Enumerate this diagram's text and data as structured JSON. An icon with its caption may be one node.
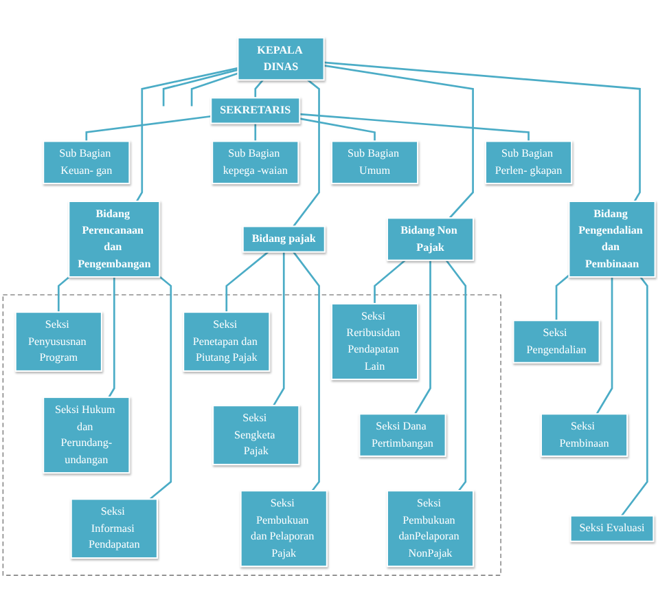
{
  "diagram": {
    "nodes": [
      {
        "text": [
          "KEPALA DINAS"
        ]
      },
      {
        "text": [
          "SEKRETARIS"
        ]
      },
      {
        "text": [
          "Sub Bagian Keuan- gan"
        ]
      },
      {
        "text": [
          "Sub Bagian kepega -waian"
        ]
      },
      {
        "text": [
          "Sub Bagian Umum"
        ]
      },
      {
        "text": [
          "Sub Bagian Perlen- gkapan"
        ]
      },
      {
        "text": [
          "Bidang Perencanaan dan Pengembangan"
        ]
      },
      {
        "text": [
          "Bidang pajak"
        ]
      },
      {
        "text": [
          "Bidang Non Pajak"
        ]
      },
      {
        "text": [
          "Bidang Pengendalian dan Pembinaan"
        ]
      },
      {
        "text": [],
        "shape": "box"
      },
      {
        "text": [
          "Seksi Penyususnan Program"
        ],
        "in": 10
      },
      {
        "text": [
          "Seksi Hukum dan Perundang-undangan"
        ],
        "in": 10
      },
      {
        "text": [
          "Seksi Informasi Pendapatan"
        ],
        "in": 10
      },
      {
        "text": [
          "Seksi Penetapan dan Piutang Pajak"
        ],
        "in": 10
      },
      {
        "text": [
          "Seksi Sengketa Pajak"
        ],
        "in": 10
      },
      {
        "text": [
          "Seksi Pembukuan dan Pelaporan Pajak"
        ],
        "in": 10
      },
      {
        "text": [
          "Seksi Reribusidan Pendapatan Lain"
        ],
        "in": 10
      },
      {
        "text": [
          "Seksi Dana Pertimbangan"
        ],
        "in": 10
      },
      {
        "text": [
          "Seksi Pembukuan danPelaporan NonPajak"
        ],
        "in": 10
      },
      {
        "text": [
          "Seksi Pengendalian"
        ]
      },
      {
        "text": [
          "Seksi Pembinaan"
        ]
      },
      {
        "text": [
          "Seksi Evaluasi"
        ]
      }
    ],
    "edges": [
      {
        "from": 0,
        "to": 1,
        "arrow": "none"
      },
      {
        "from": 1,
        "to": 2,
        "arrow": "none"
      },
      {
        "from": 1,
        "to": 3,
        "arrow": "none"
      },
      {
        "from": 1,
        "to": 4,
        "arrow": "none"
      },
      {
        "from": 1,
        "to": 5,
        "arrow": "none"
      },
      {
        "from": 0,
        "to": 6,
        "arrow": "none"
      },
      {
        "from": 0,
        "to": 7,
        "arrow": "none"
      },
      {
        "from": 0,
        "to": 8,
        "arrow": "none"
      },
      {
        "from": 0,
        "to": 9,
        "arrow": "none"
      },
      {
        "from": 6,
        "to": 11,
        "arrow": "none"
      },
      {
        "from": 6,
        "to": 12,
        "arrow": "none"
      },
      {
        "from": 6,
        "to": 13,
        "arrow": "none"
      },
      {
        "from": 7,
        "to": 14,
        "arrow": "none"
      },
      {
        "from": 7,
        "to": 15,
        "arrow": "none"
      },
      {
        "from": 7,
        "to": 16,
        "arrow": "none"
      },
      {
        "from": 8,
        "to": 17,
        "arrow": "none"
      },
      {
        "from": 8,
        "to": 18,
        "arrow": "none"
      },
      {
        "from": 8,
        "to": 19,
        "arrow": "none"
      },
      {
        "from": 9,
        "to": 20,
        "arrow": "none"
      },
      {
        "from": 9,
        "to": 21,
        "arrow": "none"
      },
      {
        "from": 9,
        "to": 22,
        "arrow": "none"
      },
      {
        "from": 0,
        "to": null,
        "arrow": "none"
      },
      {
        "from": 0,
        "to": null,
        "arrow": "none"
      }
    ]
  }
}
